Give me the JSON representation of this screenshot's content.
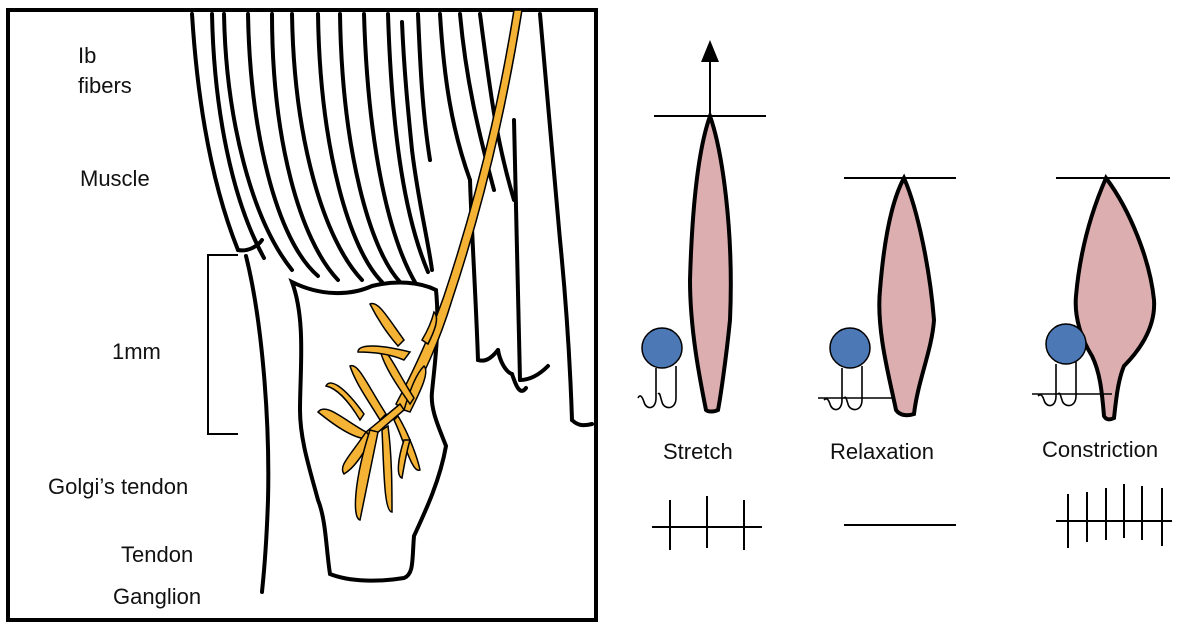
{
  "left_panel": {
    "labels": {
      "ib": "Ib",
      "fibers": "fibers",
      "muscle": "Muscle",
      "scale": "1mm",
      "golgi_tendon": "Golgi’s tendon",
      "tendon": "Tendon",
      "ganglion": "Ganglion"
    }
  },
  "states": [
    {
      "label": "Stretch"
    },
    {
      "label": "Relaxation"
    },
    {
      "label": "Constriction"
    }
  ],
  "colors": {
    "nerve": "#f5b335",
    "muscle_fill": "#dcaeb0",
    "organ": "#4c78b6",
    "stroke": "#000000"
  }
}
